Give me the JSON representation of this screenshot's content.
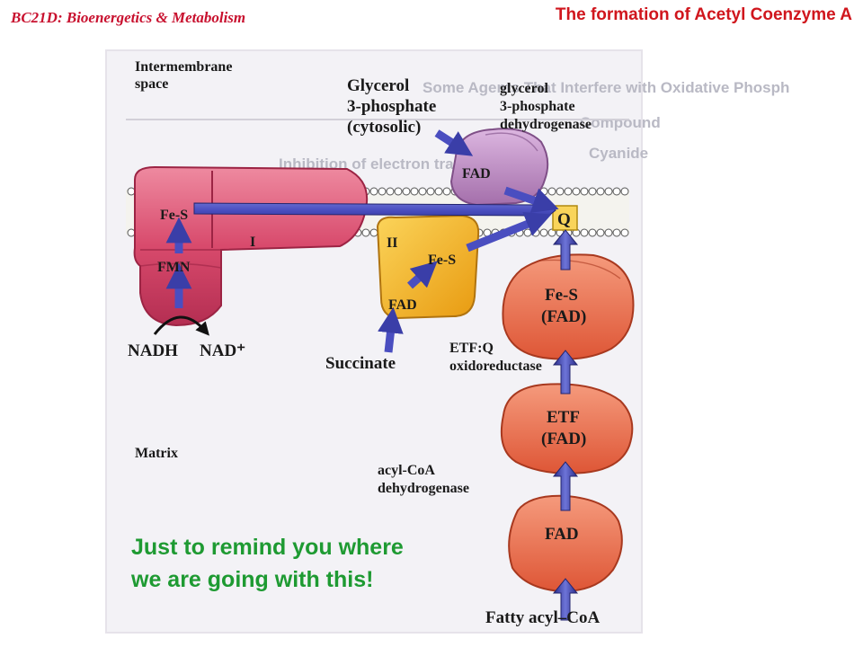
{
  "header": {
    "course": "BC21D: Bioenergetics & Metabolism",
    "slide_title": "The formation of Acetyl Coenzyme A"
  },
  "diagram": {
    "intermembrane_line1": "Intermembrane",
    "intermembrane_line2": "space",
    "matrix": "Matrix",
    "glycerol_line1": "Glycerol",
    "glycerol_line2": "3-phosphate",
    "glycerol_line3": "(cytosolic)",
    "g3pdh_line1": "glycerol",
    "g3pdh_line2": "3-phosphate",
    "g3pdh_line3": "dehydrogenase",
    "complex1_fes": "Fe-S",
    "complex1_fmn": "FMN",
    "complex1_label": "I",
    "nadh": "NADH",
    "nad_plus": "NAD⁺",
    "complex2_label": "II",
    "complex2_fes": "Fe-S",
    "complex2_fad": "FAD",
    "succinate": "Succinate",
    "g3pdh_fad": "FAD",
    "q": "Q",
    "etfq_fes": "Fe-S",
    "etfq_fad": "(FAD)",
    "etfq_line1": "ETF:Q",
    "etfq_line2": "oxidoreductase",
    "etf": "ETF",
    "etf_fad": "(FAD)",
    "acyl_line1": "acyl-CoA",
    "acyl_line2": "dehydrogenase",
    "acyl_fad": "FAD",
    "fatty_acyl": "Fatty acyl–CoA",
    "bg_title": "Some Agents That Interfere with Oxidative Phosph",
    "bg_col": "Compound",
    "bg_r1": "Cyanide",
    "bg_r2": "Inhibition of electron transfer"
  },
  "annotation": {
    "line1": "Just to remind you where",
    "line2": "we are going with this!"
  },
  "colors": {
    "header_red": "#c8102e",
    "note_green": "#1e9a32",
    "complex1_pink": "#d84a6c",
    "complex2_yellow": "#f2b31e",
    "g3pdh_purple": "#bf8fc4",
    "flavoprotein_salmon": "#ea6a48",
    "arrow_blue": "#4a4ec0",
    "q_yellow": "#f9d45a"
  }
}
